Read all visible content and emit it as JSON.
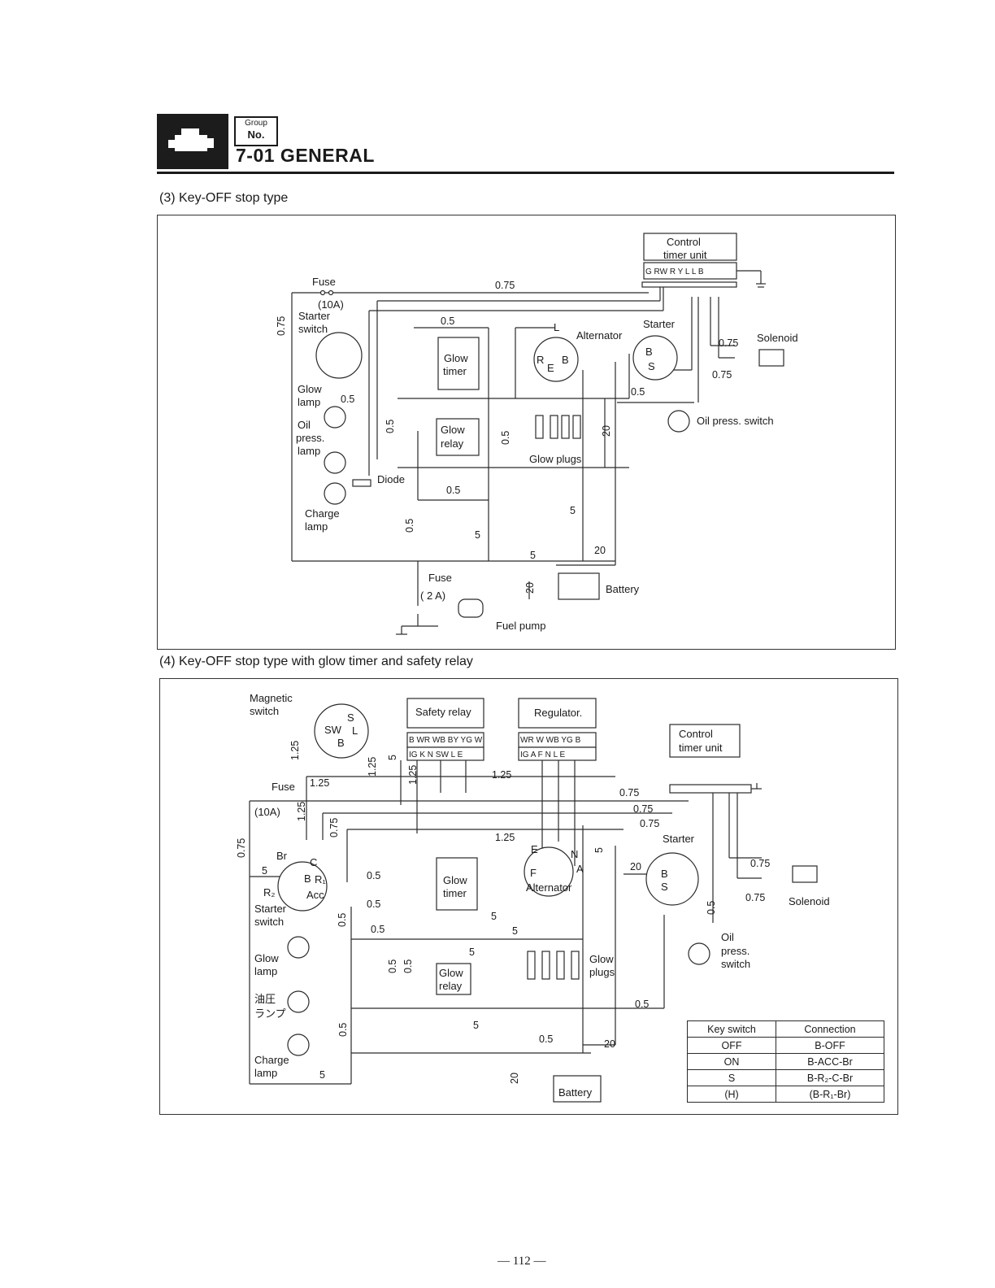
{
  "header": {
    "group_label": "Group",
    "no_label": "No.",
    "title": "7-01 GENERAL"
  },
  "sections": {
    "s3_caption": "(3)   Key-OFF stop type",
    "s4_caption": "(4)   Key-OFF stop type with glow timer and safety relay"
  },
  "d1": {
    "control_timer_unit_1": "Control",
    "control_timer_unit_2": "timer unit",
    "ctu_pins": "G RW R Y L L B",
    "fuse": "Fuse",
    "fuse_rating": "(10A)",
    "starter_switch_1": "Starter",
    "starter_switch_2": "switch",
    "glow_lamp_1": "Glow",
    "glow_lamp_2": "lamp",
    "oil_press_lamp_1": "Oil",
    "oil_press_lamp_2": "press.",
    "oil_press_lamp_3": "lamp",
    "charge_lamp_1": "Charge",
    "charge_lamp_2": "lamp",
    "glow_timer_1": "Glow",
    "glow_timer_2": "timer",
    "glow_relay_1": "Glow",
    "glow_relay_2": "relay",
    "alternator": "Alternator",
    "alt_L": "L",
    "alt_R": "R",
    "alt_B": "B",
    "alt_E": "E",
    "starter": "Starter",
    "st_B": "B",
    "st_S": "S",
    "solenoid": "Solenoid",
    "oil_press_switch": "Oil press. switch",
    "glow_plugs": "Glow plugs",
    "diode": "Diode",
    "battery": "Battery",
    "fuse2": "Fuse",
    "fuse2_rating": "( 2 A)",
    "fuel_pump": "Fuel pump",
    "w_075": "0.75",
    "w_05": "0.5",
    "w_20": "20",
    "w_5": "5"
  },
  "d2": {
    "magnetic_switch_1": "Magnetic",
    "magnetic_switch_2": "switch",
    "ms_S": "S",
    "ms_SW": "SW",
    "ms_L": "L",
    "ms_B": "B",
    "safety_relay": "Safety relay",
    "sr_pins_top": "B WR WB BY YG W",
    "sr_pins_bot": "IG K N SW L E",
    "regulator": "Regulator.",
    "reg_pins_top": "WR W WB YG B",
    "reg_pins_bot": "IG A F N L E",
    "control_timer_unit_1": "Control",
    "control_timer_unit_2": "timer unit",
    "fuse": "Fuse",
    "fuse_rating": "(10A)",
    "sw_Br": "Br",
    "sw_C": "C",
    "sw_B": "B",
    "sw_R1": "R₁",
    "sw_R2": "R₂",
    "sw_Acc": "Acc",
    "starter_switch_1": "Starter",
    "starter_switch_2": "switch",
    "glow_lamp_1": "Glow",
    "glow_lamp_2": "lamp",
    "oil_lamp_jp_1": "油圧",
    "oil_lamp_jp_2": "ランプ",
    "charge_lamp_1": "Charge",
    "charge_lamp_2": "lamp",
    "glow_timer_1": "Glow",
    "glow_timer_2": "timer",
    "glow_relay_1": "Glow",
    "glow_relay_2": "relay",
    "alternator": "Alternator",
    "alt_E": "E",
    "alt_N": "N",
    "alt_F": "F",
    "alt_A": "A",
    "starter": "Starter",
    "st_B": "B",
    "st_S": "S",
    "solenoid": "Solenoid",
    "oil_press_switch_1": "Oil",
    "oil_press_switch_2": "press.",
    "oil_press_switch_3": "switch",
    "glow_plugs_1": "Glow",
    "glow_plugs_2": "plugs",
    "battery": "Battery",
    "w_125": "1.25",
    "w_075": "0.75",
    "w_05": "0.5",
    "w_5": "5",
    "w_20": "20"
  },
  "key_table": {
    "headers": [
      "Key switch",
      "Connection"
    ],
    "rows": [
      [
        "OFF",
        "B-OFF"
      ],
      [
        "ON",
        "B-ACC-Br"
      ],
      [
        "S",
        "B-R₂-C-Br"
      ],
      [
        "(H)",
        "(B-R₁-Br)"
      ]
    ]
  },
  "page_number": "— 112 —"
}
